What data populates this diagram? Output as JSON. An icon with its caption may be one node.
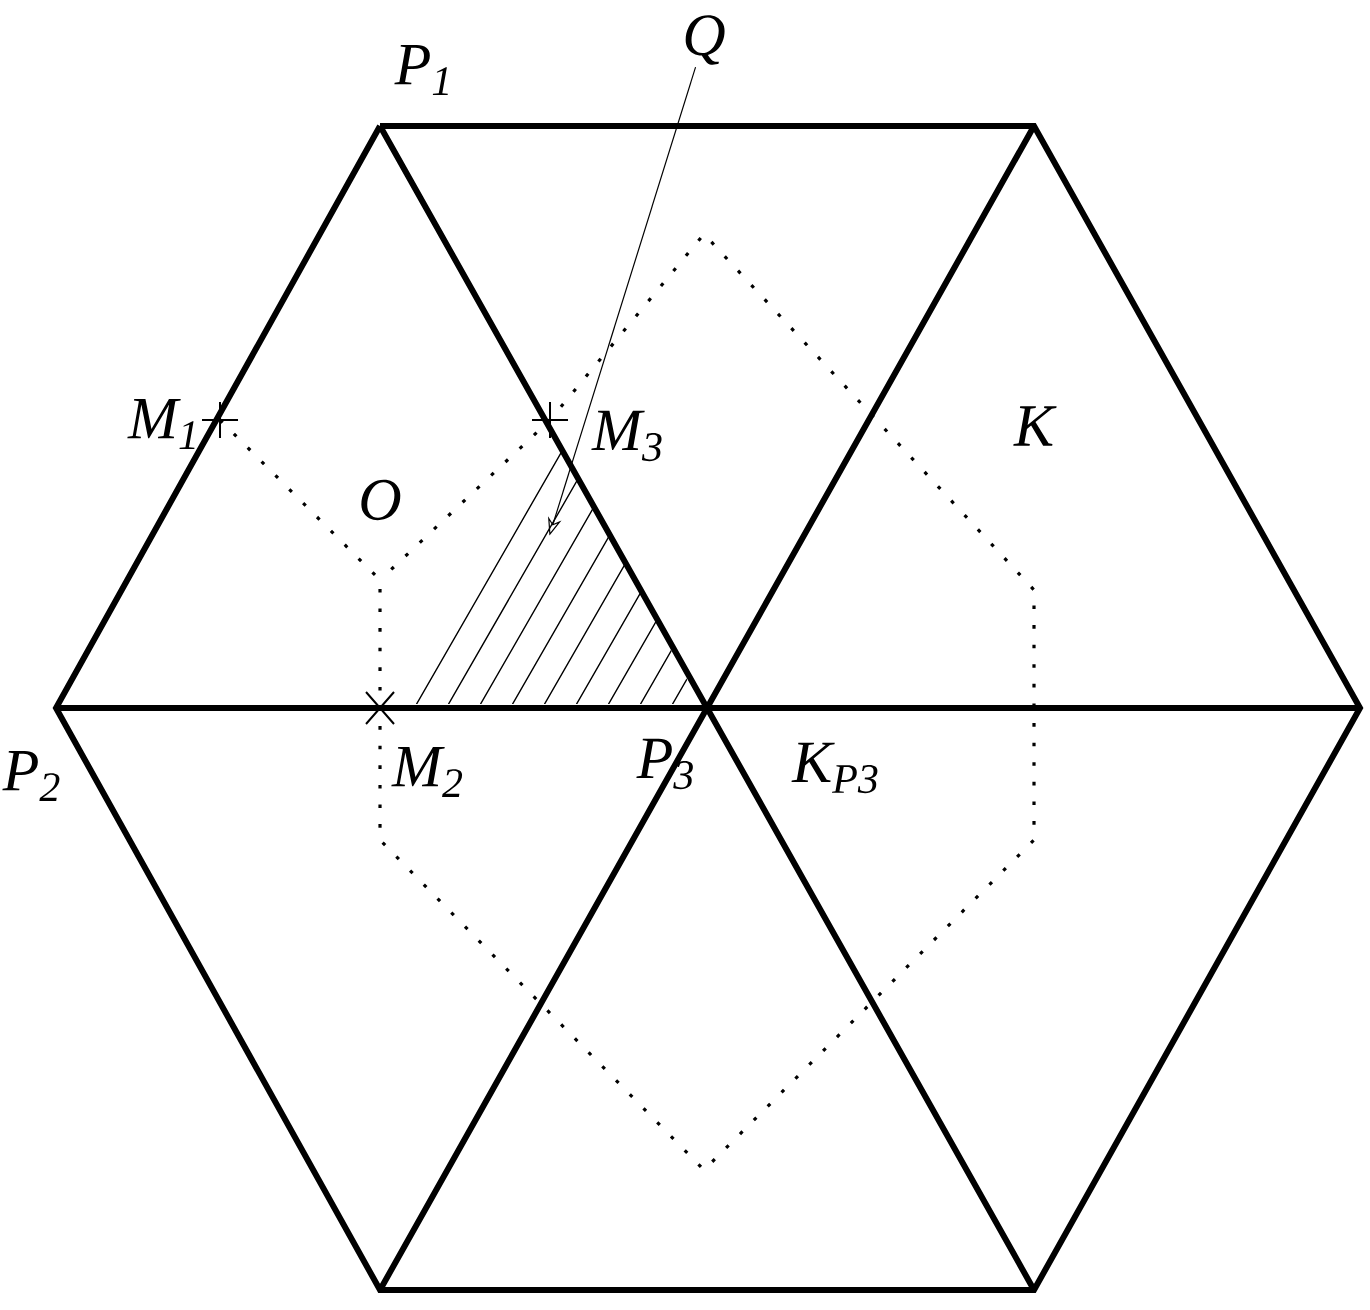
{
  "diagram": {
    "nodes": [
      {
        "text": [
          "Q"
        ]
      },
      {
        "text": [],
        "shape": "triangle"
      }
    ],
    "edges": [
      {
        "from": 0,
        "to": 1,
        "arrow": "to"
      }
    ],
    "labels": [
      "P$_{1}$",
      "M$_{1}$",
      "M$_{3}$",
      "O",
      "K",
      "P$_{2}$",
      "M$_{2}$",
      "P$_{3}$",
      "K$_{P3}$"
    ]
  }
}
